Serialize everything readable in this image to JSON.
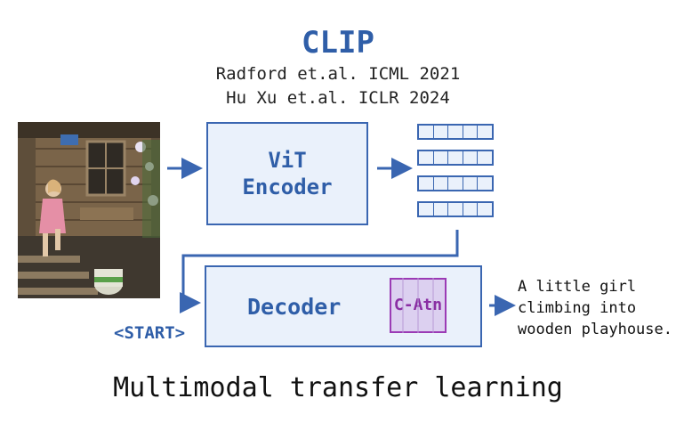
{
  "title": "CLIP",
  "citations": [
    "Radford et.al. ICML 2021",
    "Hu Xu et.al. ICLR 2024"
  ],
  "encoder": {
    "line1": "ViT",
    "line2": "Encoder"
  },
  "decoder": {
    "label": "Decoder",
    "cross_attention": "C-Atn"
  },
  "start_token": "<START>",
  "output_caption": [
    "A little girl",
    "climbing into",
    "wooden playhouse."
  ],
  "footer": "Multimodal transfer learning",
  "colors": {
    "accent": "#2f5ea8",
    "box_fill": "#eaf1fb",
    "cross_attention": "#9b3bb5"
  },
  "token_grid": {
    "rows": 4,
    "cols": 5
  }
}
